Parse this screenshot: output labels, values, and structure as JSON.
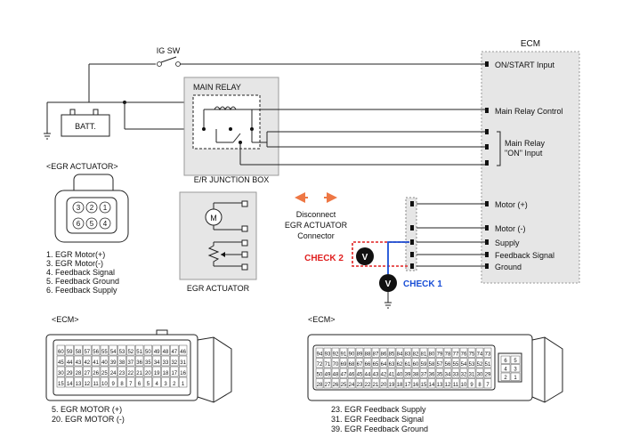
{
  "ecm_title": "ECM",
  "ecm_pins": {
    "on_start": "ON/START Input",
    "main_relay_control": "Main Relay Control",
    "main_relay_on_input_1": "Main Relay",
    "main_relay_on_input_2": "\"ON\" Input",
    "motor_plus": "Motor (+)",
    "motor_minus": "Motor (-)",
    "supply": "Supply",
    "feedback_signal": "Feedback Signal",
    "ground": "Ground"
  },
  "ig_sw": "IG SW",
  "batt": "BATT.",
  "main_relay": "MAIN RELAY",
  "er_junction_box": "E/R JUNCTION BOX",
  "egr_actuator_heading": "<EGR ACTUATOR>",
  "egr_actuator_label": "EGR ACTUATOR",
  "motor_symbol": "M",
  "connector_pin_numbers": [
    "3",
    "2",
    "1",
    "6",
    "5",
    "4"
  ],
  "egr_pin_list": [
    "1. EGR Motor(+)",
    "3. EGR Motor(-)",
    "4. Feedback Signal",
    "5. Feedback Ground",
    "6. Feedback Supply"
  ],
  "disconnect_note": [
    "Disconnect",
    "EGR ACTUATOR",
    "Connector"
  ],
  "check1": "CHECK 1",
  "check2": "CHECK 2",
  "voltmeter_symbol": "V",
  "colors": {
    "check_red": "#e02020",
    "check_blue": "#1a4fd6",
    "arrow_orange": "#ee7744",
    "ecm_fill": "#e6e6e6"
  },
  "ecm_connector_left": {
    "heading": "<ECM>",
    "row1": [
      "60",
      "59",
      "58",
      "57",
      "56",
      "55",
      "54",
      "53",
      "52",
      "51",
      "50",
      "49",
      "48",
      "47",
      "46"
    ],
    "row2": [
      "45",
      "44",
      "43",
      "42",
      "41",
      "40",
      "39",
      "38",
      "37",
      "36",
      "35",
      "34",
      "33",
      "32",
      "31"
    ],
    "row3": [
      "30",
      "29",
      "28",
      "27",
      "26",
      "25",
      "24",
      "23",
      "22",
      "21",
      "20",
      "19",
      "18",
      "17",
      "16"
    ],
    "row4": [
      "15",
      "14",
      "13",
      "12",
      "11",
      "10",
      "9",
      "8",
      "7",
      "6",
      "5",
      "4",
      "3",
      "2",
      "1"
    ],
    "legend": [
      "5. EGR MOTOR (+)",
      "20. EGR MOTOR (-)"
    ]
  },
  "ecm_connector_right": {
    "heading": "<ECM>",
    "row1": [
      "94",
      "93",
      "92",
      "91",
      "90",
      "89",
      "88",
      "87",
      "86",
      "85",
      "84",
      "83",
      "82",
      "81",
      "80",
      "79",
      "78",
      "77",
      "76",
      "75",
      "74",
      "73"
    ],
    "row2": [
      "72",
      "71",
      "70",
      "69",
      "68",
      "67",
      "66",
      "65",
      "64",
      "63",
      "62",
      "61",
      "60",
      "59",
      "58",
      "57",
      "56",
      "55",
      "54",
      "53",
      "52",
      "51"
    ],
    "row3": [
      "50",
      "49",
      "48",
      "47",
      "46",
      "45",
      "44",
      "43",
      "42",
      "41",
      "40",
      "39",
      "38",
      "37",
      "36",
      "35",
      "34",
      "33",
      "32",
      "31",
      "30",
      "29"
    ],
    "row4": [
      "28",
      "27",
      "26",
      "25",
      "24",
      "23",
      "22",
      "21",
      "20",
      "19",
      "18",
      "17",
      "16",
      "15",
      "14",
      "13",
      "12",
      "11",
      "10",
      "9",
      "8",
      "7"
    ],
    "side": [
      "6",
      "5",
      "4",
      "3",
      "2",
      "1"
    ],
    "legend": [
      "23. EGR Feedback Supply",
      "31. EGR Feedback Signal",
      "39. EGR Feedback Ground"
    ]
  }
}
